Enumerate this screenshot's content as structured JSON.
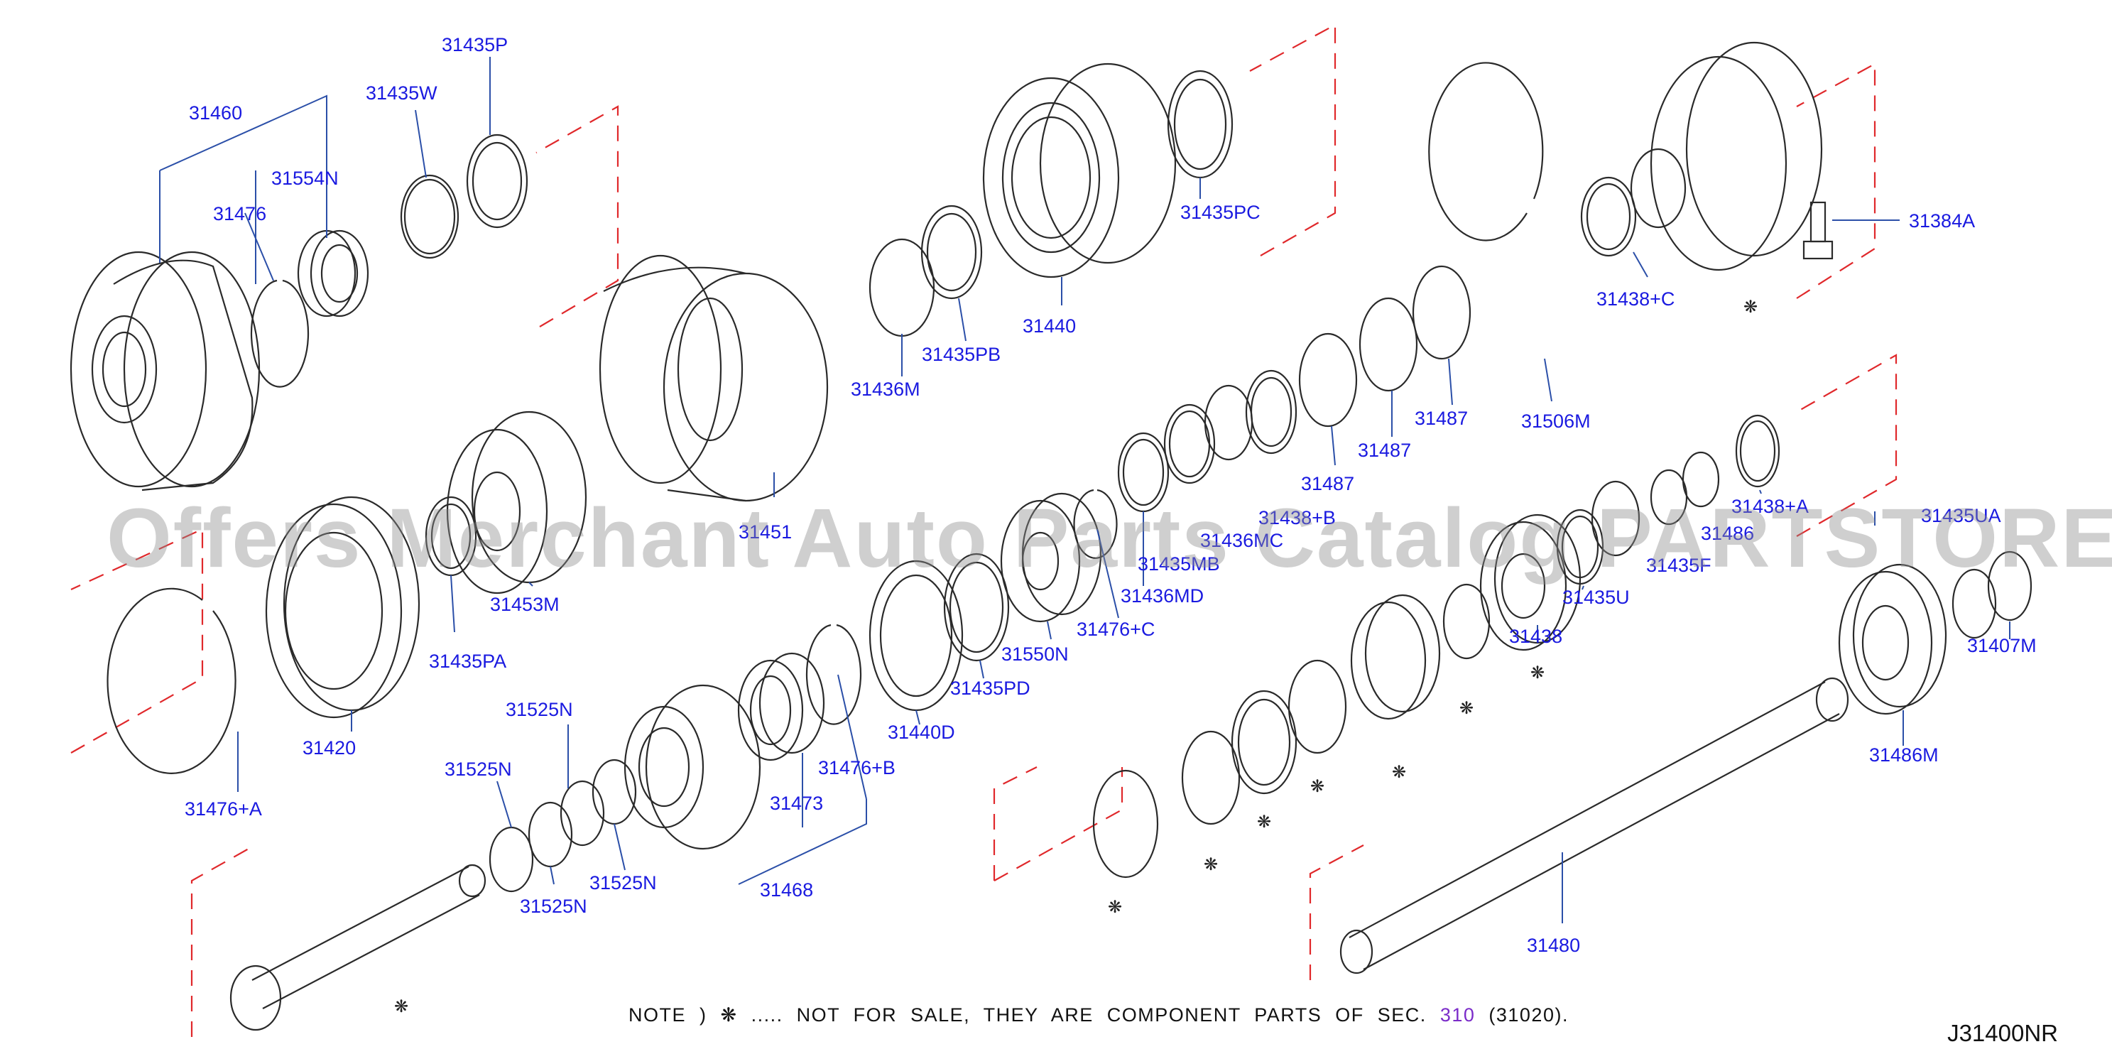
{
  "labels": {
    "p31460": "31460",
    "p31476": "31476",
    "p31554N": "31554N",
    "p31435W": "31435W",
    "p31435P": "31435P",
    "p31435PC": "31435PC",
    "p31440": "31440",
    "p31436M": "31436M",
    "p31435PB": "31435PB",
    "p31384A": "31384A",
    "p31438C": "31438+C",
    "p31506M": "31506M",
    "p31487a": "31487",
    "p31487b": "31487",
    "p31487c": "31487",
    "p31453M": "31453M",
    "p31435PA": "31435PA",
    "p31420": "31420",
    "p31476A": "31476+A",
    "p31525Na": "31525N",
    "p31525Nb": "31525N",
    "p31525Nc": "31525N",
    "p31525Nd": "31525N",
    "p31468": "31468",
    "p31473": "31473",
    "p31476B": "31476+B",
    "p31440D": "31440D",
    "p31435PD": "31435PD",
    "p31550N": "31550N",
    "p31476C": "31476+C",
    "p31436MD": "31436MD",
    "p31438": "31438",
    "p31435U": "31435U",
    "p31438A": "31438+A",
    "p31407M": "31407M",
    "p31486M": "31486M",
    "p31480": "31480",
    "p31451": "31451",
    "p31438B": "31438+B",
    "p31436MC": "31436MC",
    "p31435MB": "31435MB",
    "p31435F": "31435F",
    "p31486": "31486",
    "p31435UA": "31435UA"
  },
  "note": {
    "prefix": "NOTE  )  ❋ ..... NOT FOR SALE, THEY ARE COMPONENT PARTS OF SEC.",
    "section_link": "310",
    "suffix": "(31020)."
  },
  "diagram_code": "J31400NR",
  "watermark": "Offers Merchant Auto Parts Catalog PARTSTORE.SA",
  "colors": {
    "label": "#1a1ae0",
    "leader": "#2b4fa8",
    "dash": "#e0282b",
    "line": "#2a2a2a",
    "link": "#7b2cc9"
  },
  "markers": {
    "not_for_sale": "❋"
  }
}
